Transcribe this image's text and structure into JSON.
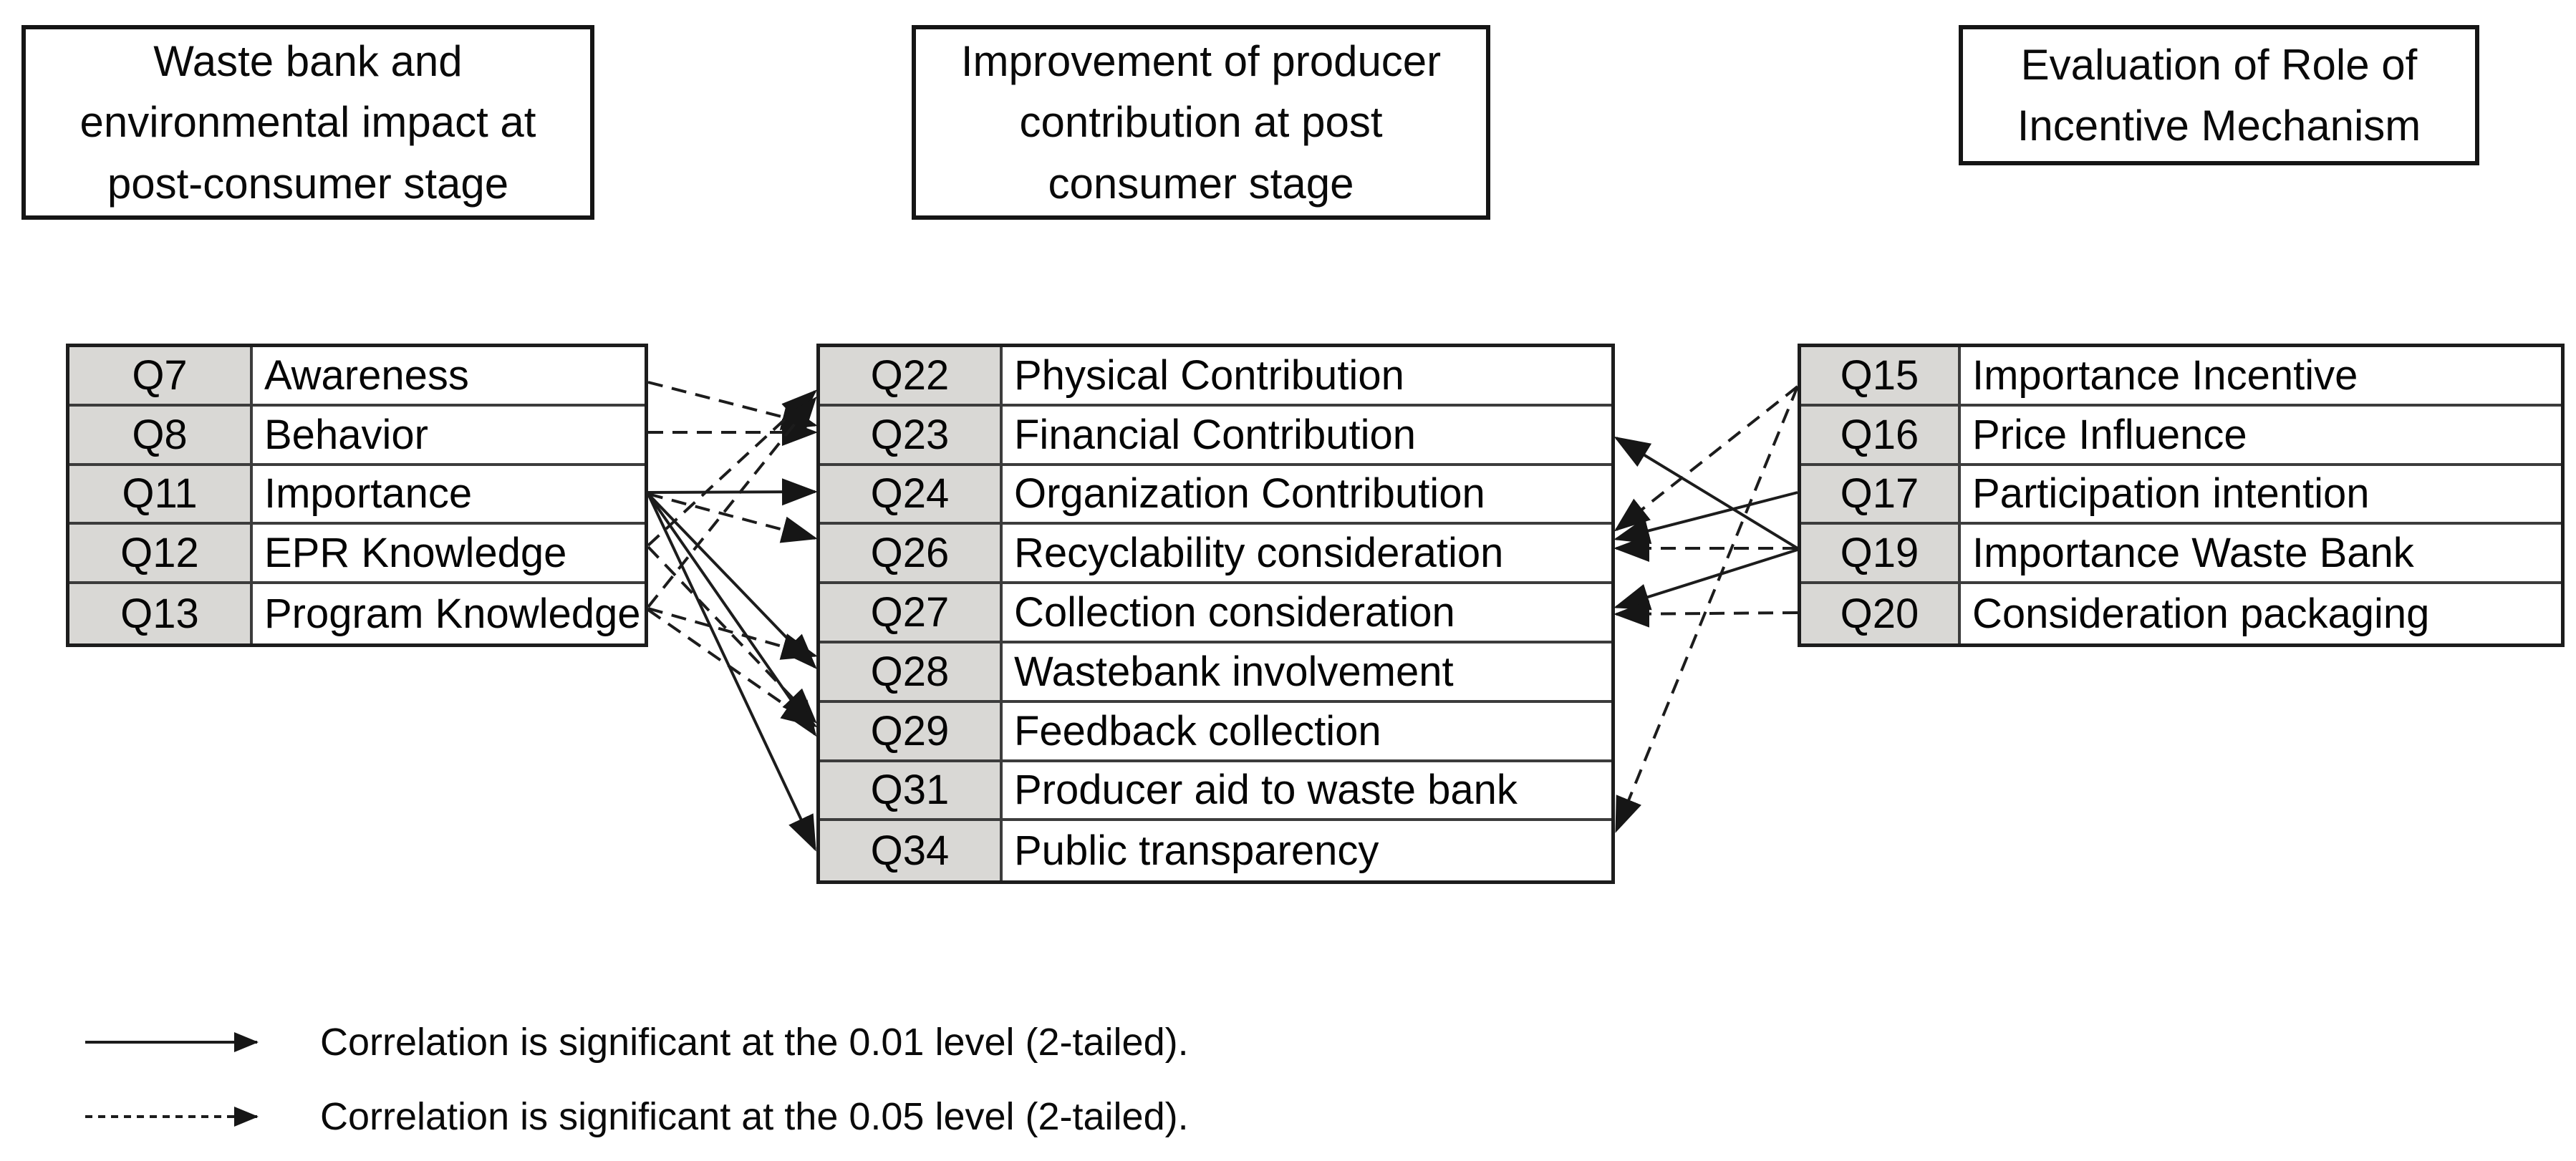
{
  "headers": {
    "left": "Waste bank and\nenvironmental impact at\npost-consumer stage",
    "middle": "Improvement of producer\ncontribution at post\nconsumer stage",
    "right": "Evaluation of Role of\nIncentive Mechanism"
  },
  "tables": {
    "left": {
      "rows": [
        {
          "q": "Q7",
          "label": "Awareness"
        },
        {
          "q": "Q8",
          "label": "Behavior"
        },
        {
          "q": "Q11",
          "label": "Importance"
        },
        {
          "q": "Q12",
          "label": "EPR Knowledge"
        },
        {
          "q": "Q13",
          "label": "Program Knowledge"
        }
      ]
    },
    "middle": {
      "rows": [
        {
          "q": "Q22",
          "label": "Physical Contribution"
        },
        {
          "q": "Q23",
          "label": "Financial Contribution"
        },
        {
          "q": "Q24",
          "label": "Organization Contribution"
        },
        {
          "q": "Q26",
          "label": "Recyclability consideration"
        },
        {
          "q": "Q27",
          "label": "Collection consideration"
        },
        {
          "q": "Q28",
          "label": "Wastebank involvement"
        },
        {
          "q": "Q29",
          "label": "Feedback collection"
        },
        {
          "q": "Q31",
          "label": "Producer aid to waste bank"
        },
        {
          "q": "Q34",
          "label": "Public transparency"
        }
      ]
    },
    "right": {
      "rows": [
        {
          "q": "Q15",
          "label": "Importance Incentive"
        },
        {
          "q": "Q16",
          "label": "Price Influence"
        },
        {
          "q": "Q17",
          "label": "Participation intention"
        },
        {
          "q": "Q19",
          "label": "Importance Waste Bank"
        },
        {
          "q": "Q20",
          "label": "Consideration packaging"
        }
      ]
    }
  },
  "arrows": [
    {
      "from": "Q7",
      "to": "Q23",
      "level": "0.05"
    },
    {
      "from": "Q8",
      "to": "Q23",
      "level": "0.05"
    },
    {
      "from": "Q12",
      "to": "Q22",
      "level": "0.05"
    },
    {
      "from": "Q13",
      "to": "Q22",
      "level": "0.05"
    },
    {
      "from": "Q11",
      "to": "Q24",
      "level": "0.01"
    },
    {
      "from": "Q11",
      "to": "Q26",
      "level": "0.05"
    },
    {
      "from": "Q11",
      "to": "Q28",
      "level": "0.01"
    },
    {
      "from": "Q13",
      "to": "Q28",
      "level": "0.05"
    },
    {
      "from": "Q11",
      "to": "Q29",
      "level": "0.01"
    },
    {
      "from": "Q12",
      "to": "Q29",
      "level": "0.05"
    },
    {
      "from": "Q13",
      "to": "Q29",
      "level": "0.05"
    },
    {
      "from": "Q11",
      "to": "Q34",
      "level": "0.01"
    },
    {
      "from": "Q19",
      "to": "Q23",
      "level": "0.01"
    },
    {
      "from": "Q15",
      "to": "Q26",
      "level": "0.05"
    },
    {
      "from": "Q17",
      "to": "Q26",
      "level": "0.01"
    },
    {
      "from": "Q19",
      "to": "Q26",
      "level": "0.05"
    },
    {
      "from": "Q19",
      "to": "Q27",
      "level": "0.01"
    },
    {
      "from": "Q20",
      "to": "Q27",
      "level": "0.05"
    },
    {
      "from": "Q15",
      "to": "Q34",
      "level": "0.05"
    }
  ],
  "legend": {
    "solid": "Correlation is significant at the 0.01 level (2-tailed).",
    "dashed": "Correlation is significant at the 0.05 level (2-tailed)."
  },
  "colors": {
    "q_cell_fill": "#d9d8d5",
    "line": "#1c1c1c",
    "border": "#3c3c3c",
    "text": "#000000"
  }
}
